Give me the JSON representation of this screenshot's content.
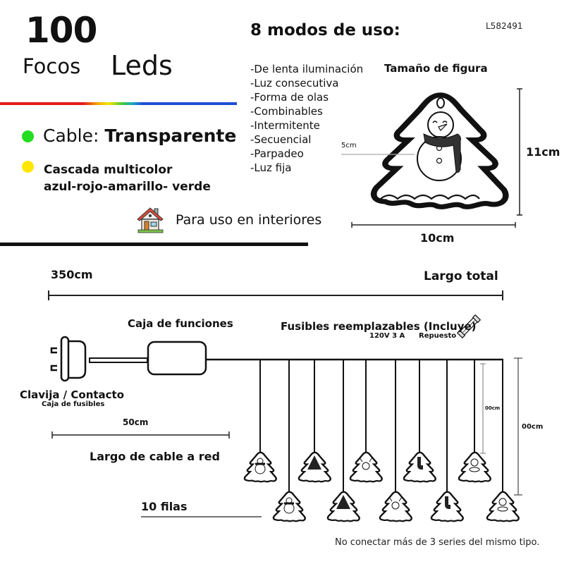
{
  "header": {
    "count": "100",
    "focos": "Focos",
    "leds": "Leds",
    "product_code": "L582491"
  },
  "colors": {
    "cable_dot": "#22dd22",
    "cascade_dot": "#ffe600",
    "rainbow": [
      "#e21c1c",
      "#f7b500",
      "#f2e600",
      "#3cc63c",
      "#17a8c9",
      "#1f4fd4"
    ]
  },
  "specs": {
    "cable_label": "Cable: ",
    "cable_value": "Transparente",
    "cascade_line1": "Cascada multicolor",
    "cascade_line2": "azul-rojo-amarillo- verde",
    "indoor_icon": "house-icon",
    "indoor_text": "Para uso en interiores"
  },
  "modes": {
    "title": "8 modos de uso:",
    "items": [
      "-De lenta iluminación",
      "-Luz consecutiva",
      "-Forma de olas",
      "-Combinables",
      "-Intermitente",
      "-Secuencial",
      "-Parpadeo",
      "-Luz fija"
    ]
  },
  "figure": {
    "title": "Tamaño de figura",
    "inner_size": "5cm",
    "height": "11cm",
    "width": "10cm"
  },
  "diagram": {
    "total_length": "350cm",
    "total_label": "Largo total",
    "function_box": "Caja de funciones",
    "fuses": "Fusibles reemplazables (Incluye)",
    "fuse_rating": "120V 3 A",
    "fuse_spare": "Repuesto",
    "plug_label": "Clavija / Contacto",
    "plug_sub": "Caja de fusibles",
    "cable_length": "50cm",
    "cable_label": "Largo de cable a red",
    "rows": "10 filas",
    "short_drop": "00cm",
    "long_drop": "00cm",
    "pendants": [
      "snowman",
      "snowman",
      "tree",
      "tree",
      "reindeer",
      "reindeer",
      "stocking",
      "stocking",
      "santa",
      "santa"
    ]
  },
  "footer": {
    "note": "No conectar más de 3 series del mismo tipo."
  }
}
